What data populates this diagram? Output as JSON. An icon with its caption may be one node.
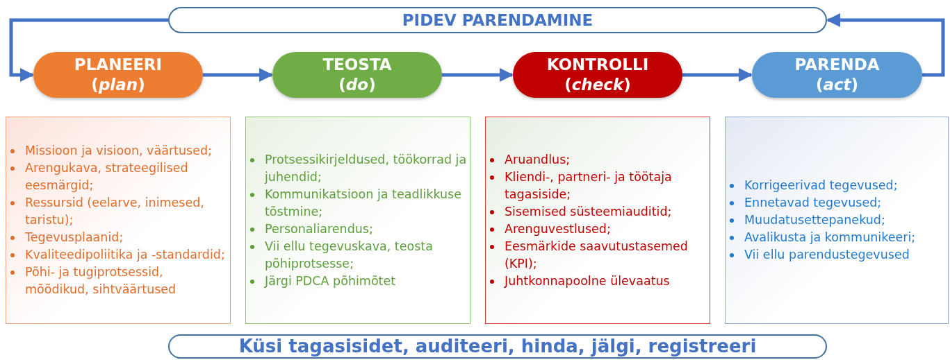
{
  "diagram": {
    "nodes": [
      {
        "text": [
          "PIDEV PARENDAMINE"
        ]
      },
      {
        "text": [
          "PLANEERI",
          "(*plan*)"
        ]
      },
      {
        "text": [
          "TEOSTA",
          "(*do*)"
        ]
      },
      {
        "text": [
          "KONTROLLI",
          "(*check*)"
        ]
      },
      {
        "text": [
          "PARENDA",
          "(*act*)"
        ]
      },
      {
        "text": [
          "Missioon ja visioon, väärtused;",
          "Arengukava, strateegilised eesmärgid;",
          "Ressursid (eelarve, inimesed, taristu);",
          "Tegevusplaanid;",
          "Kvaliteedipoliitika ja -standardid;",
          "Põhi- ja tugiprotsessid, mõõdikud, sihtväärtused"
        ]
      },
      {
        "text": [
          "Protsessikirjeldused, töökorrad ja juhendid;",
          "Kommunikatsioon ja teadlikkuse tõstmine;",
          "Personaliarendus;",
          "Vii ellu tegevuskava, teosta põhiprotsesse;",
          "Järgi PDCA põhimõtet"
        ]
      },
      {
        "text": [
          "Aruandlus;",
          "Kliendi-, partneri- ja töötaja tagasiside;",
          "Sisemised süsteemiauditid;",
          "Arenguvestlused;",
          "Eesmärkide saavutustasemed (KPI);",
          "Juhtkonnapoolne ülevaatus"
        ]
      },
      {
        "text": [
          "Korrigeerivad tegevused;",
          "Ennetavad tegevused;",
          "Muudatusettepanekud;",
          "Avalikusta ja kommunikeeri;",
          "Vii ellu parendustegevused"
        ]
      },
      {
        "text": [
          "Küsi tagasisidet, auditeeri, hinda, jälgi, registreeri"
        ]
      }
    ],
    "edges": [
      {
        "from": 0,
        "to": 1,
        "arrow": "to"
      },
      {
        "from": 1,
        "to": 2,
        "arrow": "to"
      },
      {
        "from": 2,
        "to": 3,
        "arrow": "to"
      },
      {
        "from": 3,
        "to": 4,
        "arrow": "to"
      },
      {
        "from": 4,
        "to": 0,
        "arrow": "to"
      }
    ]
  }
}
